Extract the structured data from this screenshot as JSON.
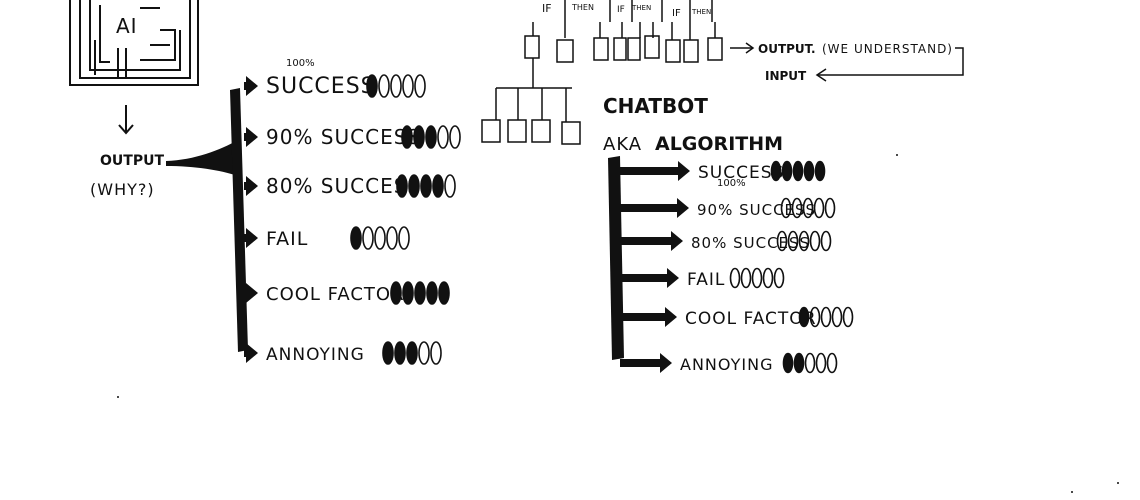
{
  "top_left": {
    "ai_label": "AI",
    "output_label": "OUTPUT",
    "why_label": "(WHY?)"
  },
  "flow": {
    "if_label": "IF",
    "then_label": "THEN",
    "output_label": "OUTPUT.",
    "understand_label": "(WE UNDERSTAND)",
    "input_label": "INPUT"
  },
  "chatbot": {
    "title": "CHATBOT",
    "aka_label": "AKA",
    "algorithm_label": "ALGORITHM"
  },
  "ai_ratings": [
    {
      "note": "100%",
      "label": "SUCCESS",
      "filled": 1
    },
    {
      "note": "",
      "label": "90% SUCCESS",
      "filled": 3
    },
    {
      "note": "",
      "label": "80% SUCCESS",
      "filled": 4
    },
    {
      "note": "",
      "label": "FAIL",
      "filled": 1
    },
    {
      "note": "",
      "label": "COOL FACTOR",
      "filled": 5
    },
    {
      "note": "",
      "label": "ANNOYING",
      "filled": 3
    }
  ],
  "algorithm_ratings": [
    {
      "note": "",
      "label": "SUCCESS",
      "filled": 5
    },
    {
      "note": "100%",
      "label": "90% SUCCESS",
      "filled": 0
    },
    {
      "note": "",
      "label": "80% SUCCESS",
      "filled": 0
    },
    {
      "note": "",
      "label": "FAIL",
      "filled": 0
    },
    {
      "note": "",
      "label": "COOL FACTOR",
      "filled": 1
    },
    {
      "note": "",
      "label": "ANNOYING",
      "filled": 2
    }
  ],
  "rating_scale_max": 5,
  "colors": {
    "ink": "#111111",
    "paper": "#ffffff"
  }
}
